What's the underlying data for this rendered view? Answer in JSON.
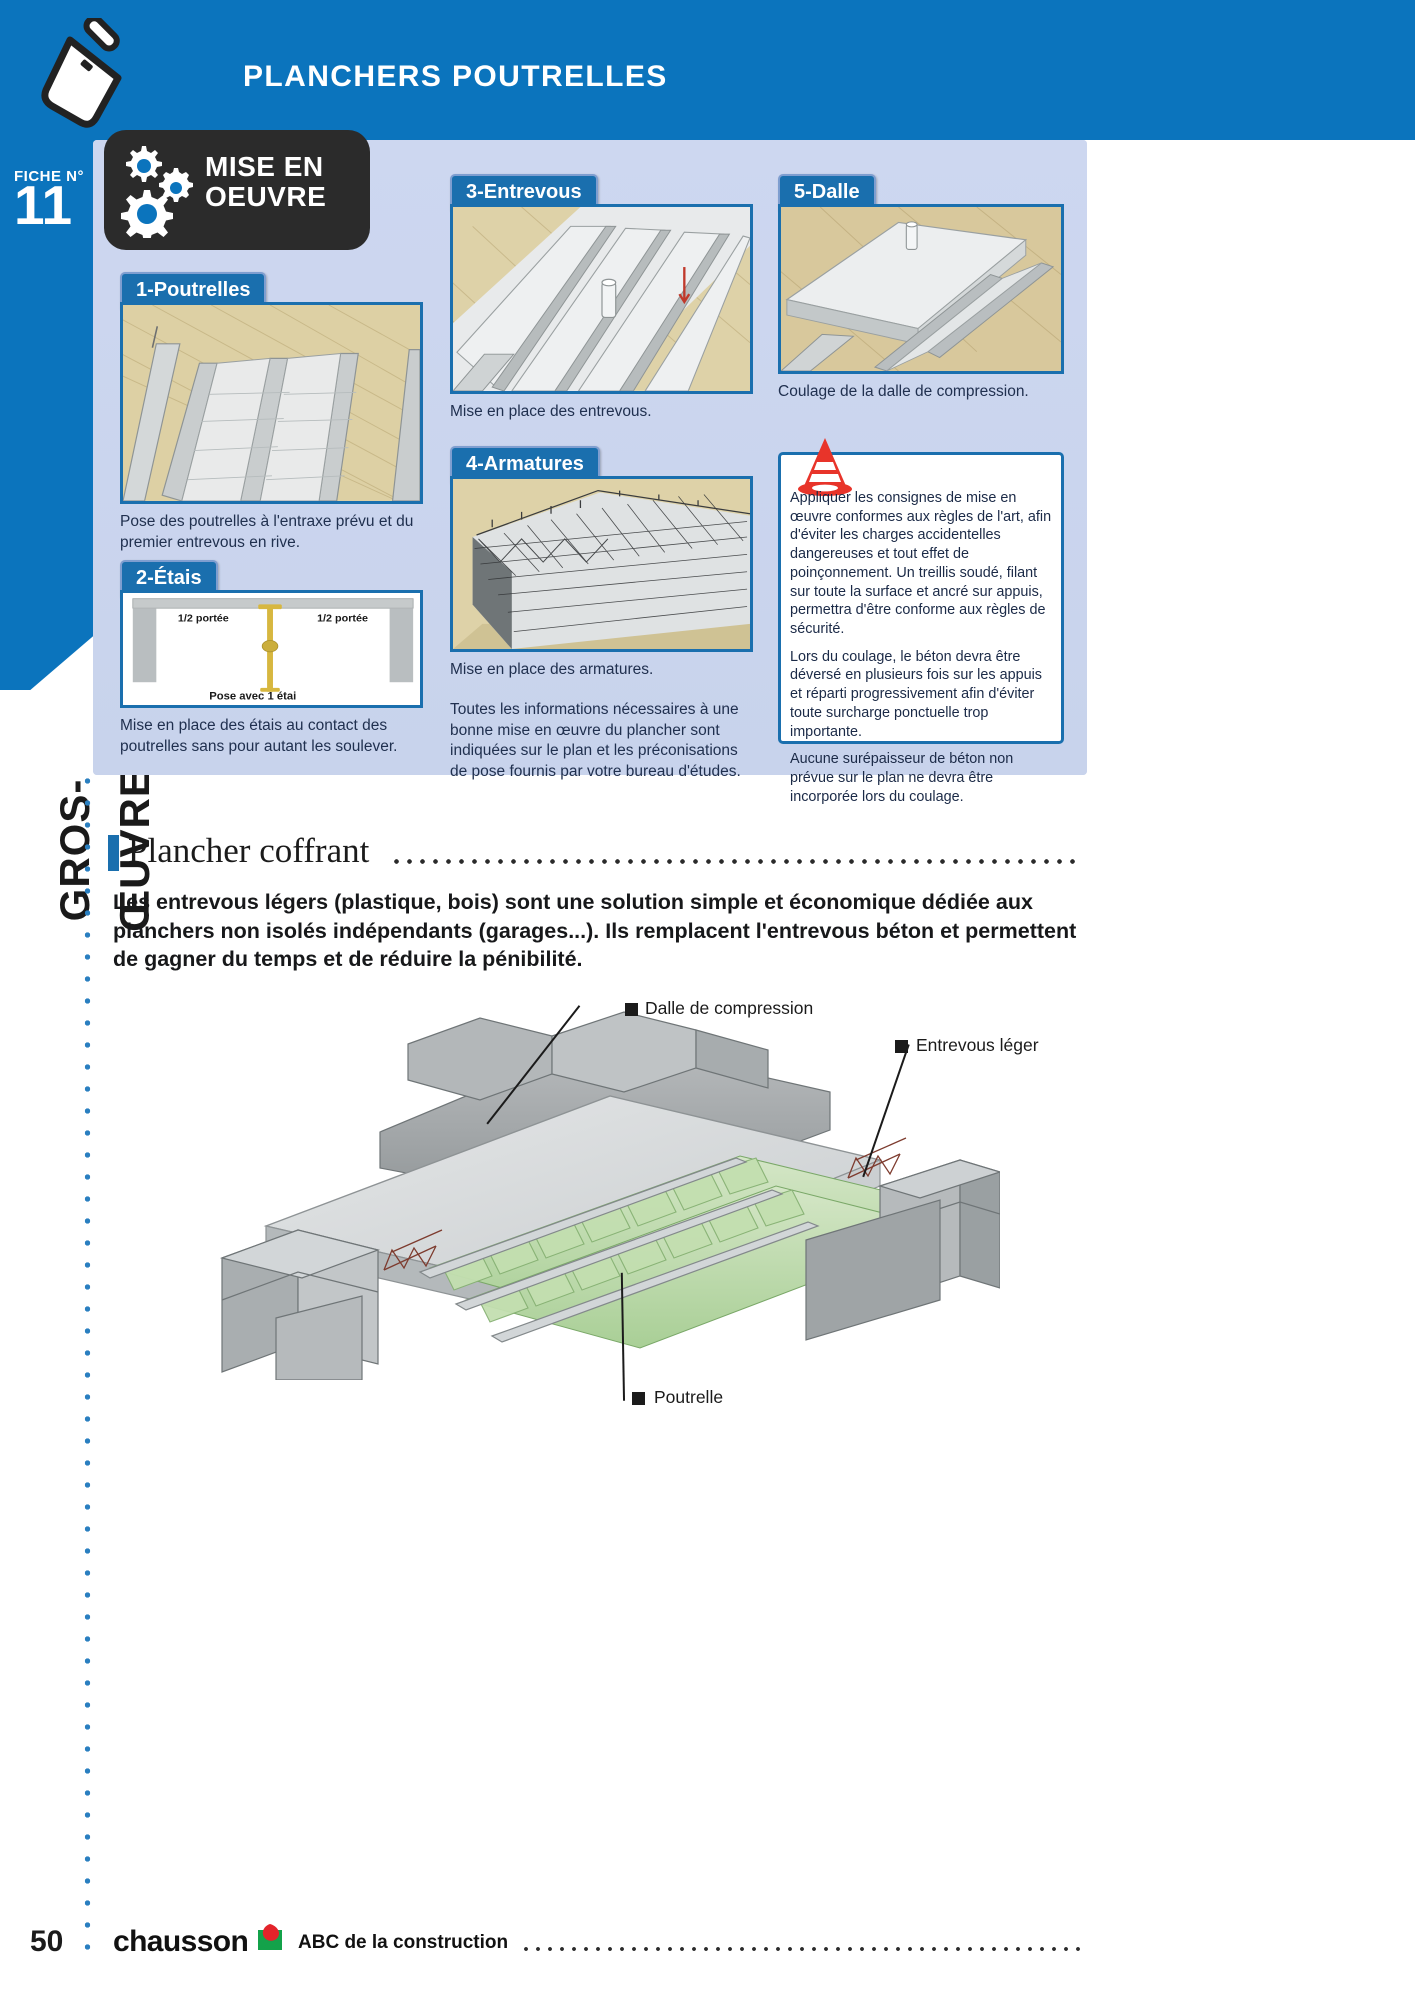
{
  "header": {
    "title": "PLANCHERS POUTRELLES",
    "fiche_label": "FICHE N°",
    "fiche_number": "11",
    "trowel_icon": "trowel-icon",
    "accent_blue": "#0b74bd"
  },
  "side_tab": {
    "label": "GROS-ŒUVRE"
  },
  "mise_en_oeuvre": {
    "title": "MISE EN\nOEUVRE",
    "gears_icon": "gears-icon"
  },
  "steps": [
    {
      "id": "poutrelles",
      "tab": "1-Poutrelles",
      "caption": "Pose des poutrelles à l'entraxe prévu et du premier entrevous en rive."
    },
    {
      "id": "etais",
      "tab": "2-Étais",
      "caption": "Mise en place des étais au contact des poutrelles sans pour autant les soulever.",
      "diagram": {
        "left_label": "1/2 portée",
        "right_label": "1/2 portée",
        "bottom_label": "Pose avec 1 étai"
      }
    },
    {
      "id": "entrevous",
      "tab": "3-Entrevous",
      "caption": "Mise en place des entrevous."
    },
    {
      "id": "armatures",
      "tab": "4-Armatures",
      "caption": "Mise en place des armatures."
    },
    {
      "id": "dalle",
      "tab": "5-Dalle",
      "caption": "Coulage de la dalle de compression."
    }
  ],
  "middle_note": "Toutes les informations nécessaires à une bonne mise en œuvre du plancher sont indiquées sur le plan et les préconisations de pose fournis par votre bureau d'études.",
  "warning": {
    "cone_icon": "traffic-cone-icon",
    "paragraphs": [
      "Appliquer les consignes de mise en œuvre conformes aux règles de l'art, afin d'éviter les charges accidentelles dangereuses et tout effet de poinçonnement. Un treillis soudé, filant sur toute la surface et ancré sur appuis, permettra d'être conforme aux règles de sécurité.",
      "Lors du coulage, le béton devra être déversé en plusieurs fois sur les appuis et réparti progressivement afin d'éviter toute surcharge ponctuelle trop importante.",
      "Aucune surépaisseur de béton non prévue sur le plan ne devra être incorporée lors du coulage."
    ]
  },
  "section": {
    "title": "Plancher coffrant",
    "lead": "Les entrevous légers (plastique, bois) sont une solution simple et économique dédiée aux planchers non isolés indépendants (garages...). Ils remplacent l'entrevous béton et permettent de gagner du temps et de réduire la pénibilité."
  },
  "illustration": {
    "callouts": [
      {
        "label": "Dalle de compression"
      },
      {
        "label": "Entrevous léger"
      },
      {
        "label": "Poutrelle"
      }
    ]
  },
  "footer": {
    "page_number": "50",
    "logo_text": "chausson",
    "tagline": "ABC de la construction"
  }
}
